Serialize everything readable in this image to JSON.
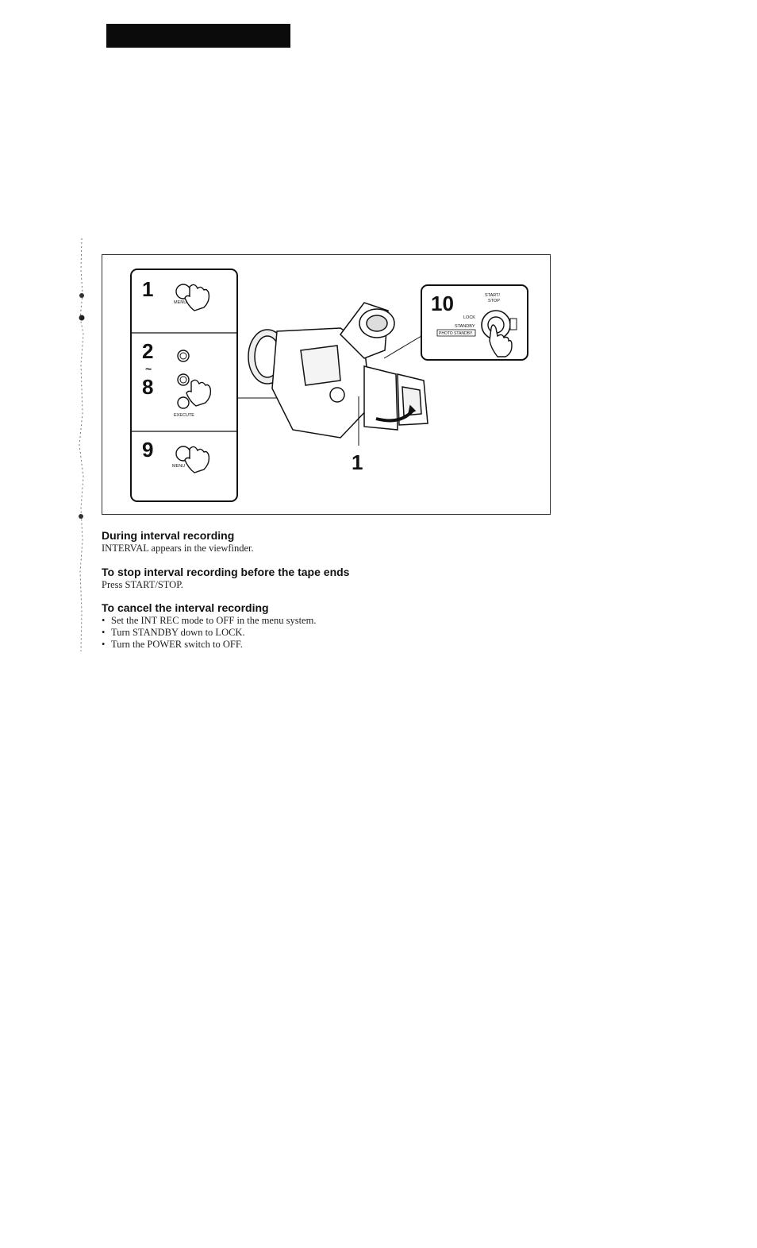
{
  "figure": {
    "steps": {
      "menu_step": "1",
      "range_start": "2",
      "range_sep": "~",
      "range_end": "8",
      "menu_close_step": "9",
      "start_step": "10",
      "callout_step": "1"
    },
    "labels": {
      "menu": "MENU",
      "execute": "EXECUTE",
      "start_stop_1": "START/",
      "start_stop_2": "STOP",
      "lock": "LOCK",
      "standby": "STANDBY",
      "photo_standby": "PHOTO STANDBY"
    }
  },
  "sections": [
    {
      "heading": "During interval recording",
      "body": "INTERVAL appears in the viewfinder."
    },
    {
      "heading": "To stop interval recording before the tape ends",
      "body": "Press START/STOP."
    }
  ],
  "cancel": {
    "heading": "To cancel the interval recording",
    "items": [
      "Set the INT REC mode to OFF in the menu system.",
      "Turn STANDBY down to LOCK.",
      "Turn the POWER switch to OFF."
    ]
  },
  "colors": {
    "ink": "#111111",
    "header_bar": "#0b0b0b"
  }
}
